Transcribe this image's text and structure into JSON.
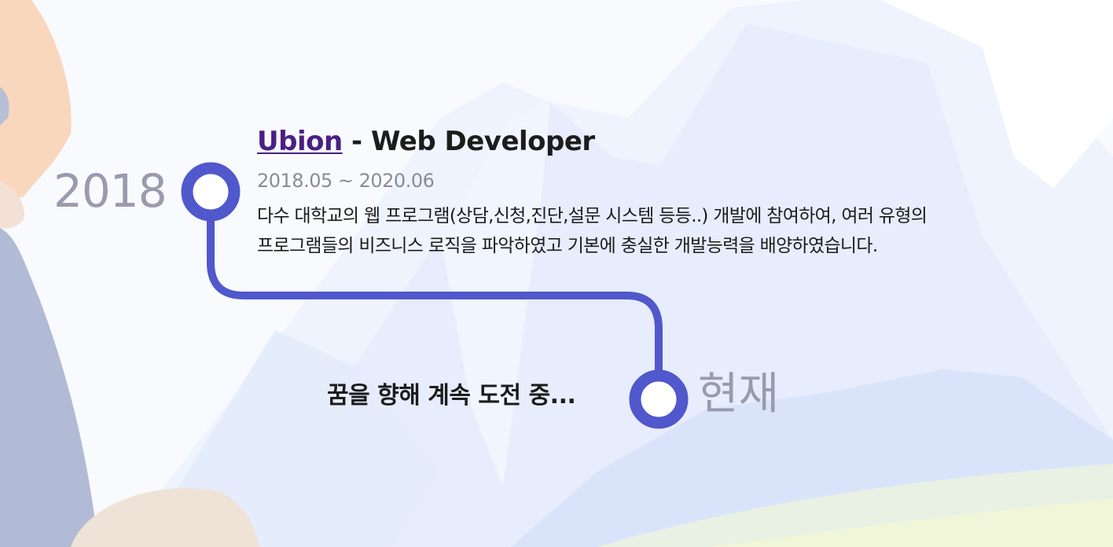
{
  "timeline": {
    "start_year": "2018",
    "end_year": "현재",
    "line_color": "#5058cc",
    "entry": {
      "company": "Ubion",
      "separator": " - ",
      "role": "Web Developer",
      "period": "2018.05 ~ 2020.06",
      "description_lines": [
        "다수 대학교의 웹 프로그램(상담,신청,진단,설문 시스템 등등..) 개발에 참여하여, 여러 유형의",
        "프로그램들의 비즈니스 로직을 파악하였고 기본에 충실한 개발능력을 배양하였습니다."
      ]
    },
    "current_status": "꿈을 향해 계속 도전 중..."
  },
  "colors": {
    "year_text": "#9a9aaf",
    "company_link": "#4a2083",
    "body_text": "#1c1c1c",
    "date_text": "#8b8b98"
  }
}
